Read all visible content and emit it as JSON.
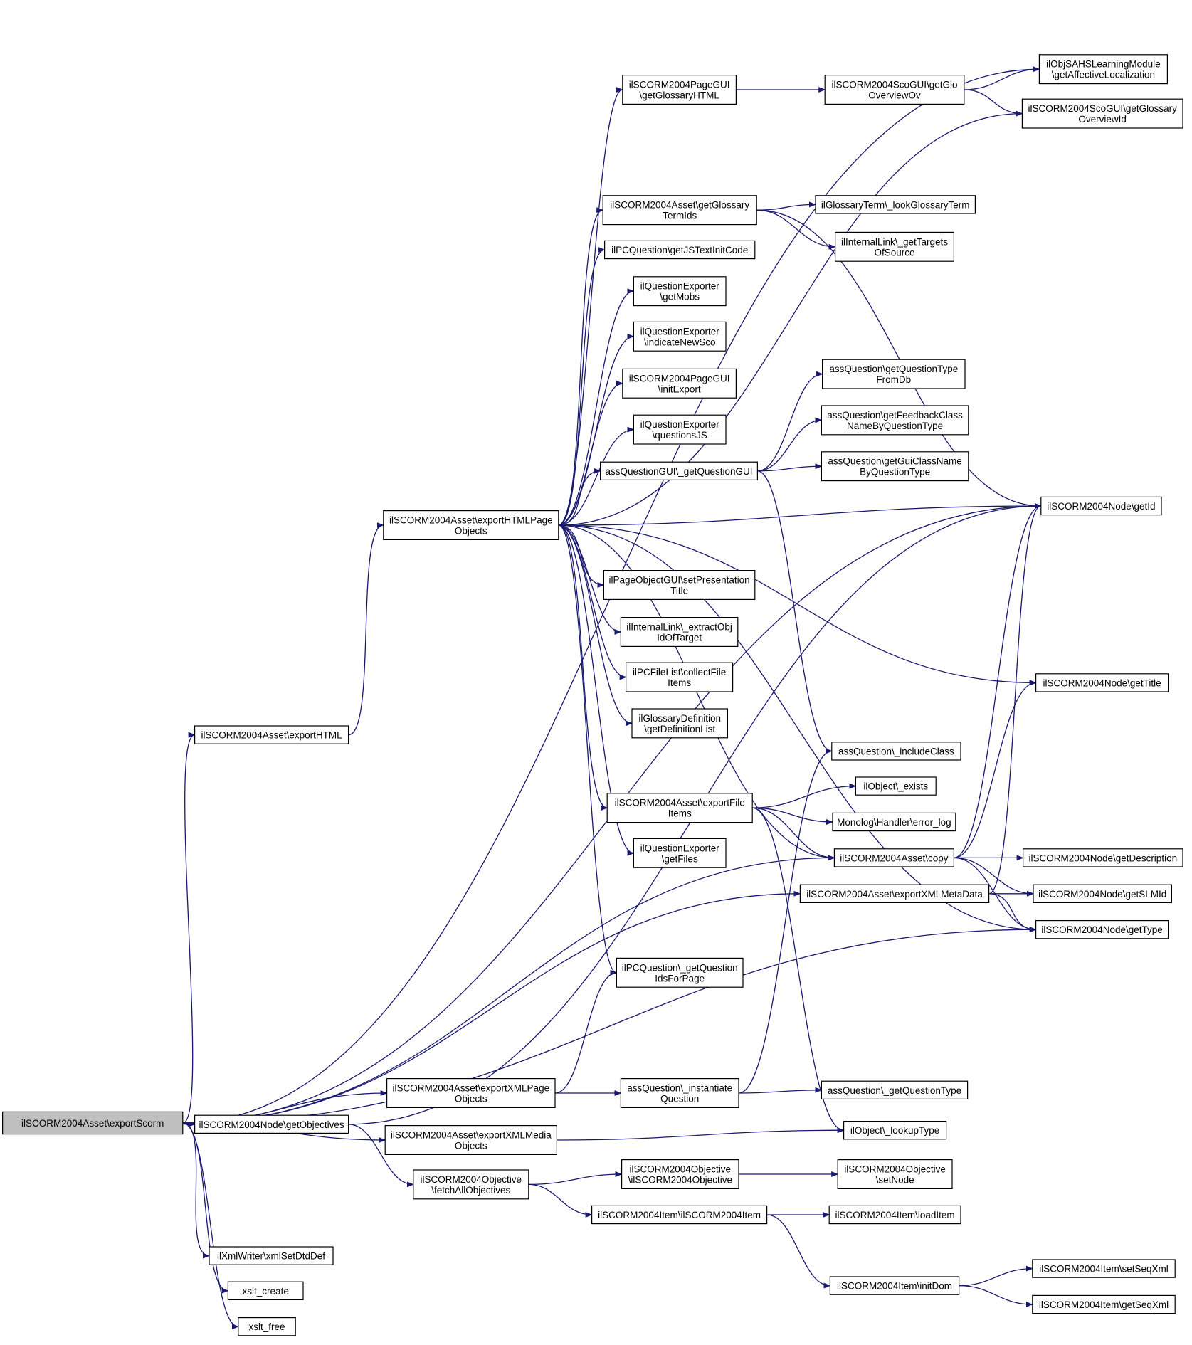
{
  "colors": {
    "edge": "#191970",
    "root_fill": "#bfbfbf",
    "node_fill": "#ffffff",
    "node_stroke": "#000000"
  },
  "nodes": [
    {
      "id": "root",
      "lines": [
        "ilSCORM2004Asset\\exportScorm"
      ]
    },
    {
      "id": "exportHTML",
      "lines": [
        "ilSCORM2004Asset\\exportHTML"
      ]
    },
    {
      "id": "getObjectives",
      "lines": [
        "ilSCORM2004Node\\getObjectives"
      ]
    },
    {
      "id": "xmlSetDtdDef",
      "lines": [
        "ilXmlWriter\\xmlSetDtdDef"
      ]
    },
    {
      "id": "xslt_create",
      "lines": [
        "xslt_create"
      ]
    },
    {
      "id": "xslt_free",
      "lines": [
        "xslt_free"
      ]
    },
    {
      "id": "exportHTMLPageObjects",
      "lines": [
        "ilSCORM2004Asset\\exportHTMLPage",
        "Objects"
      ]
    },
    {
      "id": "exportXMLPageObjects",
      "lines": [
        "ilSCORM2004Asset\\exportXMLPage",
        "Objects"
      ]
    },
    {
      "id": "exportXMLMediaObjects",
      "lines": [
        "ilSCORM2004Asset\\exportXMLMedia",
        "Objects"
      ]
    },
    {
      "id": "fetchAllObjectives",
      "lines": [
        "ilSCORM2004Objective",
        "\\fetchAllObjectives"
      ]
    },
    {
      "id": "getGlossaryHTML",
      "lines": [
        "ilSCORM2004PageGUI",
        "\\getGlossaryHTML"
      ]
    },
    {
      "id": "getGlossaryTermIds",
      "lines": [
        "ilSCORM2004Asset\\getGlossary",
        "TermIds"
      ]
    },
    {
      "id": "getJSTextInitCode",
      "lines": [
        "ilPCQuestion\\getJSTextInitCode"
      ]
    },
    {
      "id": "getMobs",
      "lines": [
        "ilQuestionExporter",
        "\\getMobs"
      ]
    },
    {
      "id": "indicateNewSco",
      "lines": [
        "ilQuestionExporter",
        "\\indicateNewSco"
      ]
    },
    {
      "id": "initExport",
      "lines": [
        "ilSCORM2004PageGUI",
        "\\initExport"
      ]
    },
    {
      "id": "questionsJS",
      "lines": [
        "ilQuestionExporter",
        "\\questionsJS"
      ]
    },
    {
      "id": "getQuestionGUI",
      "lines": [
        "assQuestionGUI\\_getQuestionGUI"
      ]
    },
    {
      "id": "setPresentationTitle",
      "lines": [
        "ilPageObjectGUI\\setPresentation",
        "Title"
      ]
    },
    {
      "id": "extractObjIdOfTarget",
      "lines": [
        "ilInternalLink\\_extractObj",
        "IdOfTarget"
      ]
    },
    {
      "id": "collectFileItems",
      "lines": [
        "ilPCFileList\\collectFile",
        "Items"
      ]
    },
    {
      "id": "getDefinitionList",
      "lines": [
        "ilGlossaryDefinition",
        "\\getDefinitionList"
      ]
    },
    {
      "id": "exportFileItems",
      "lines": [
        "ilSCORM2004Asset\\exportFile",
        "Items"
      ]
    },
    {
      "id": "getFiles",
      "lines": [
        "ilQuestionExporter",
        "\\getFiles"
      ]
    },
    {
      "id": "getQuestionIdsForPage",
      "lines": [
        "ilPCQuestion\\_getQuestion",
        "IdsForPage"
      ]
    },
    {
      "id": "instantiateQuestion",
      "lines": [
        "assQuestion\\_instantiate",
        "Question"
      ]
    },
    {
      "id": "ilSCORM2004ObjectiveCtor",
      "lines": [
        "ilSCORM2004Objective",
        "\\ilSCORM2004Objective"
      ]
    },
    {
      "id": "ilSCORM2004ItemCtor",
      "lines": [
        "ilSCORM2004Item\\ilSCORM2004Item"
      ]
    },
    {
      "id": "getGloOverviewOv",
      "lines": [
        "ilSCORM2004ScoGUI\\getGlo",
        "OverviewOv"
      ]
    },
    {
      "id": "lookGlossaryTerm",
      "lines": [
        "ilGlossaryTerm\\_lookGlossaryTerm"
      ]
    },
    {
      "id": "getTargetsOfSource",
      "lines": [
        "ilInternalLink\\_getTargets",
        "OfSource"
      ]
    },
    {
      "id": "getQuestionTypeFromDb",
      "lines": [
        "assQuestion\\getQuestionType",
        "FromDb"
      ]
    },
    {
      "id": "getFeedbackClass",
      "lines": [
        "assQuestion\\getFeedbackClass",
        "NameByQuestionType"
      ]
    },
    {
      "id": "getGuiClassName",
      "lines": [
        "assQuestion\\getGuiClassName",
        "ByQuestionType"
      ]
    },
    {
      "id": "includeClass",
      "lines": [
        "assQuestion\\_includeClass"
      ]
    },
    {
      "id": "exists",
      "lines": [
        "ilObject\\_exists"
      ]
    },
    {
      "id": "errorLog",
      "lines": [
        "Monolog\\Handler\\error_log"
      ]
    },
    {
      "id": "copy",
      "lines": [
        "ilSCORM2004Asset\\copy"
      ]
    },
    {
      "id": "exportXMLMetaData",
      "lines": [
        "ilSCORM2004Asset\\exportXMLMetaData"
      ]
    },
    {
      "id": "getQuestionType",
      "lines": [
        "assQuestion\\_getQuestionType"
      ]
    },
    {
      "id": "lookupType",
      "lines": [
        "ilObject\\_lookupType"
      ]
    },
    {
      "id": "setNode",
      "lines": [
        "ilSCORM2004Objective",
        "\\setNode"
      ]
    },
    {
      "id": "loadItem",
      "lines": [
        "ilSCORM2004Item\\loadItem"
      ]
    },
    {
      "id": "initDom",
      "lines": [
        "ilSCORM2004Item\\initDom"
      ]
    },
    {
      "id": "getAffectiveLocalization",
      "lines": [
        "ilObjSAHSLearningModule",
        "\\getAffectiveLocalization"
      ]
    },
    {
      "id": "getGlossaryOverviewId",
      "lines": [
        "ilSCORM2004ScoGUI\\getGlossary",
        "OverviewId"
      ]
    },
    {
      "id": "getId",
      "lines": [
        "ilSCORM2004Node\\getId"
      ]
    },
    {
      "id": "getTitle",
      "lines": [
        "ilSCORM2004Node\\getTitle"
      ]
    },
    {
      "id": "getDescription",
      "lines": [
        "ilSCORM2004Node\\getDescription"
      ]
    },
    {
      "id": "getSLMId",
      "lines": [
        "ilSCORM2004Node\\getSLMId"
      ]
    },
    {
      "id": "getType",
      "lines": [
        "ilSCORM2004Node\\getType"
      ]
    },
    {
      "id": "setSeqXml",
      "lines": [
        "ilSCORM2004Item\\setSeqXml"
      ]
    },
    {
      "id": "getSeqXml",
      "lines": [
        "ilSCORM2004Item\\getSeqXml"
      ]
    }
  ],
  "edges": [
    [
      "root",
      "getAffectiveLocalization"
    ],
    [
      "root",
      "getId"
    ],
    [
      "root",
      "exportHTML"
    ],
    [
      "root",
      "getObjectives"
    ],
    [
      "root",
      "exportXMLPageObjects"
    ],
    [
      "root",
      "exportXMLMediaObjects"
    ],
    [
      "root",
      "copy"
    ],
    [
      "root",
      "exportXMLMetaData"
    ],
    [
      "root",
      "getType"
    ],
    [
      "root",
      "xmlSetDtdDef"
    ],
    [
      "root",
      "xslt_create"
    ],
    [
      "root",
      "xslt_free"
    ],
    [
      "exportHTML",
      "exportHTMLPageObjects"
    ],
    [
      "getObjectives",
      "getId"
    ],
    [
      "getObjectives",
      "fetchAllObjectives"
    ],
    [
      "exportHTMLPageObjects",
      "getGlossaryHTML"
    ],
    [
      "exportHTMLPageObjects",
      "getGlossaryOverviewId"
    ],
    [
      "exportHTMLPageObjects",
      "getGlossaryTermIds"
    ],
    [
      "exportHTMLPageObjects",
      "getJSTextInitCode"
    ],
    [
      "exportHTMLPageObjects",
      "getMobs"
    ],
    [
      "exportHTMLPageObjects",
      "indicateNewSco"
    ],
    [
      "exportHTMLPageObjects",
      "initExport"
    ],
    [
      "exportHTMLPageObjects",
      "questionsJS"
    ],
    [
      "exportHTMLPageObjects",
      "getQuestionGUI"
    ],
    [
      "exportHTMLPageObjects",
      "getId"
    ],
    [
      "exportHTMLPageObjects",
      "setPresentationTitle"
    ],
    [
      "exportHTMLPageObjects",
      "getTitle"
    ],
    [
      "exportHTMLPageObjects",
      "extractObjIdOfTarget"
    ],
    [
      "exportHTMLPageObjects",
      "collectFileItems"
    ],
    [
      "exportHTMLPageObjects",
      "getDefinitionList"
    ],
    [
      "exportHTMLPageObjects",
      "exportFileItems"
    ],
    [
      "exportHTMLPageObjects",
      "getFiles"
    ],
    [
      "exportHTMLPageObjects",
      "copy"
    ],
    [
      "exportHTMLPageObjects",
      "getType"
    ],
    [
      "exportHTMLPageObjects",
      "getQuestionIdsForPage"
    ],
    [
      "getGlossaryHTML",
      "getGloOverviewOv"
    ],
    [
      "getGloOverviewOv",
      "getAffectiveLocalization"
    ],
    [
      "getGloOverviewOv",
      "getGlossaryOverviewId"
    ],
    [
      "getGlossaryTermIds",
      "lookGlossaryTerm"
    ],
    [
      "getGlossaryTermIds",
      "getTargetsOfSource"
    ],
    [
      "getGlossaryTermIds",
      "getId"
    ],
    [
      "getQuestionGUI",
      "getQuestionTypeFromDb"
    ],
    [
      "getQuestionGUI",
      "getFeedbackClass"
    ],
    [
      "getQuestionGUI",
      "getGuiClassName"
    ],
    [
      "getQuestionGUI",
      "includeClass"
    ],
    [
      "exportFileItems",
      "exists"
    ],
    [
      "exportFileItems",
      "errorLog"
    ],
    [
      "exportFileItems",
      "copy"
    ],
    [
      "exportFileItems",
      "lookupType"
    ],
    [
      "copy",
      "getDescription"
    ],
    [
      "copy",
      "getId"
    ],
    [
      "copy",
      "getTitle"
    ],
    [
      "copy",
      "getSLMId"
    ],
    [
      "copy",
      "getType"
    ],
    [
      "exportXMLMetaData",
      "getSLMId"
    ],
    [
      "exportXMLMetaData",
      "getId"
    ],
    [
      "exportXMLMetaData",
      "getType"
    ],
    [
      "exportXMLPageObjects",
      "getQuestionIdsForPage"
    ],
    [
      "exportXMLPageObjects",
      "instantiateQuestion"
    ],
    [
      "instantiateQuestion",
      "includeClass"
    ],
    [
      "instantiateQuestion",
      "getQuestionType"
    ],
    [
      "exportXMLMediaObjects",
      "lookupType"
    ],
    [
      "fetchAllObjectives",
      "ilSCORM2004ObjectiveCtor"
    ],
    [
      "fetchAllObjectives",
      "ilSCORM2004ItemCtor"
    ],
    [
      "ilSCORM2004ObjectiveCtor",
      "setNode"
    ],
    [
      "ilSCORM2004ItemCtor",
      "loadItem"
    ],
    [
      "ilSCORM2004ItemCtor",
      "initDom"
    ],
    [
      "initDom",
      "setSeqXml"
    ],
    [
      "initDom",
      "getSeqXml"
    ]
  ]
}
